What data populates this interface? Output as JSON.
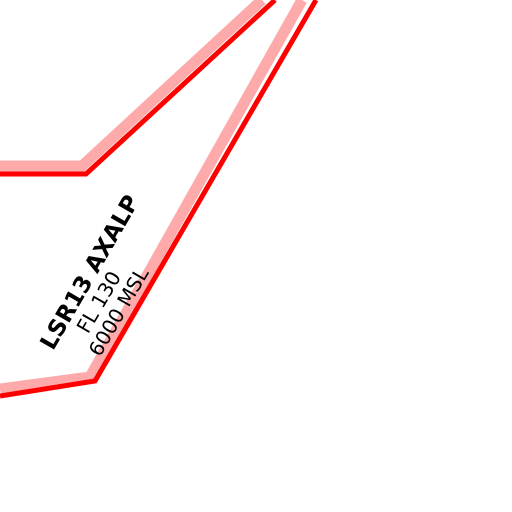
{
  "airspace": {
    "name": "LSR13 AXALP",
    "upper_limit": "FL 130",
    "lower_limit": "6000 MSL",
    "border_color": "#ff0000",
    "buffer_color": "#ffaaaa"
  }
}
